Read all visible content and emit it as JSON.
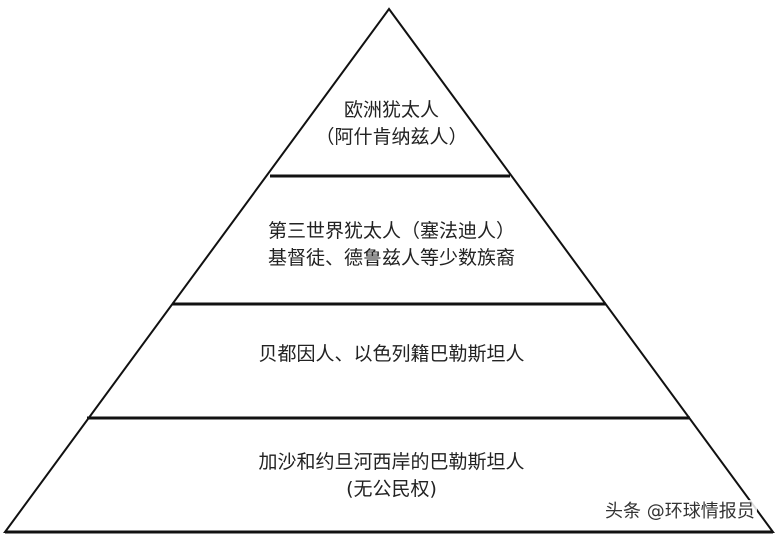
{
  "diagram": {
    "type": "pyramid",
    "colors": {
      "stroke": "#111111",
      "background": "#ffffff",
      "text": "#222222"
    },
    "tiers": [
      {
        "level": 1,
        "lines": [
          "欧洲犹太人",
          "（阿什肯纳兹人）"
        ]
      },
      {
        "level": 2,
        "lines": [
          "第三世界犹太人（塞法迪人）",
          "基督徒、德鲁兹人等少数族裔"
        ]
      },
      {
        "level": 3,
        "lines": [
          "贝都因人、以色列籍巴勒斯坦人"
        ]
      },
      {
        "level": 4,
        "lines": [
          "加沙和约旦河西岸的巴勒斯坦人",
          "(无公民权)"
        ]
      }
    ]
  },
  "watermark": {
    "text": "头条 @环球情报员"
  }
}
